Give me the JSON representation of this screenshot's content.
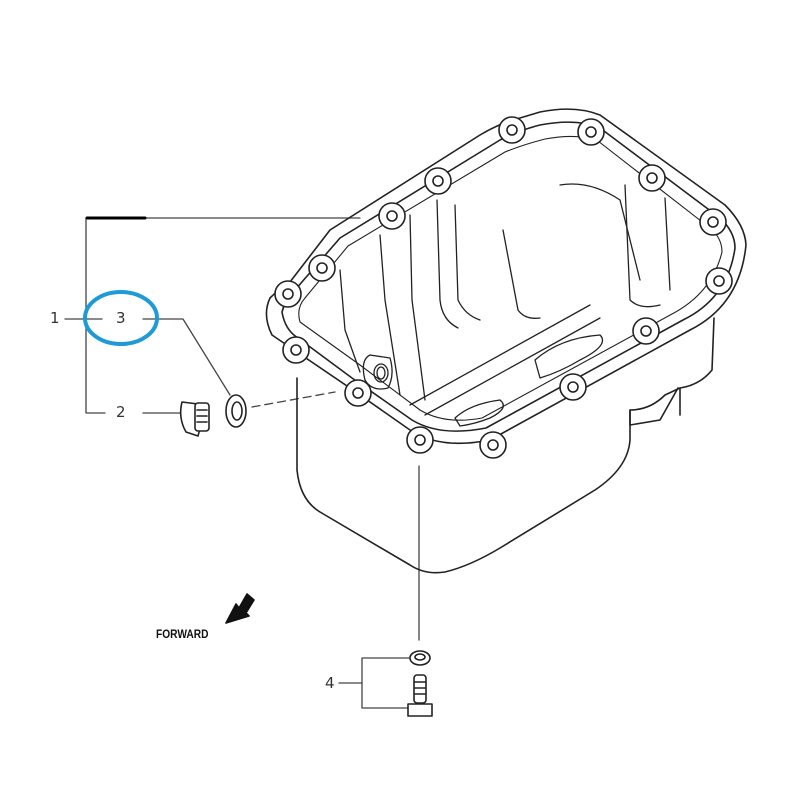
{
  "diagram": {
    "subject": "Engine oil pan exploded parts diagram",
    "callouts": [
      {
        "number": "1",
        "part": "oil-pan-assembly"
      },
      {
        "number": "2",
        "part": "drain-plug"
      },
      {
        "number": "3",
        "part": "drain-plug-washer",
        "highlighted": true
      },
      {
        "number": "4",
        "part": "bolt-and-washer"
      }
    ],
    "direction_label": "FORWARD",
    "highlight_color": "#1e9ad6",
    "line_color": "#222222"
  }
}
